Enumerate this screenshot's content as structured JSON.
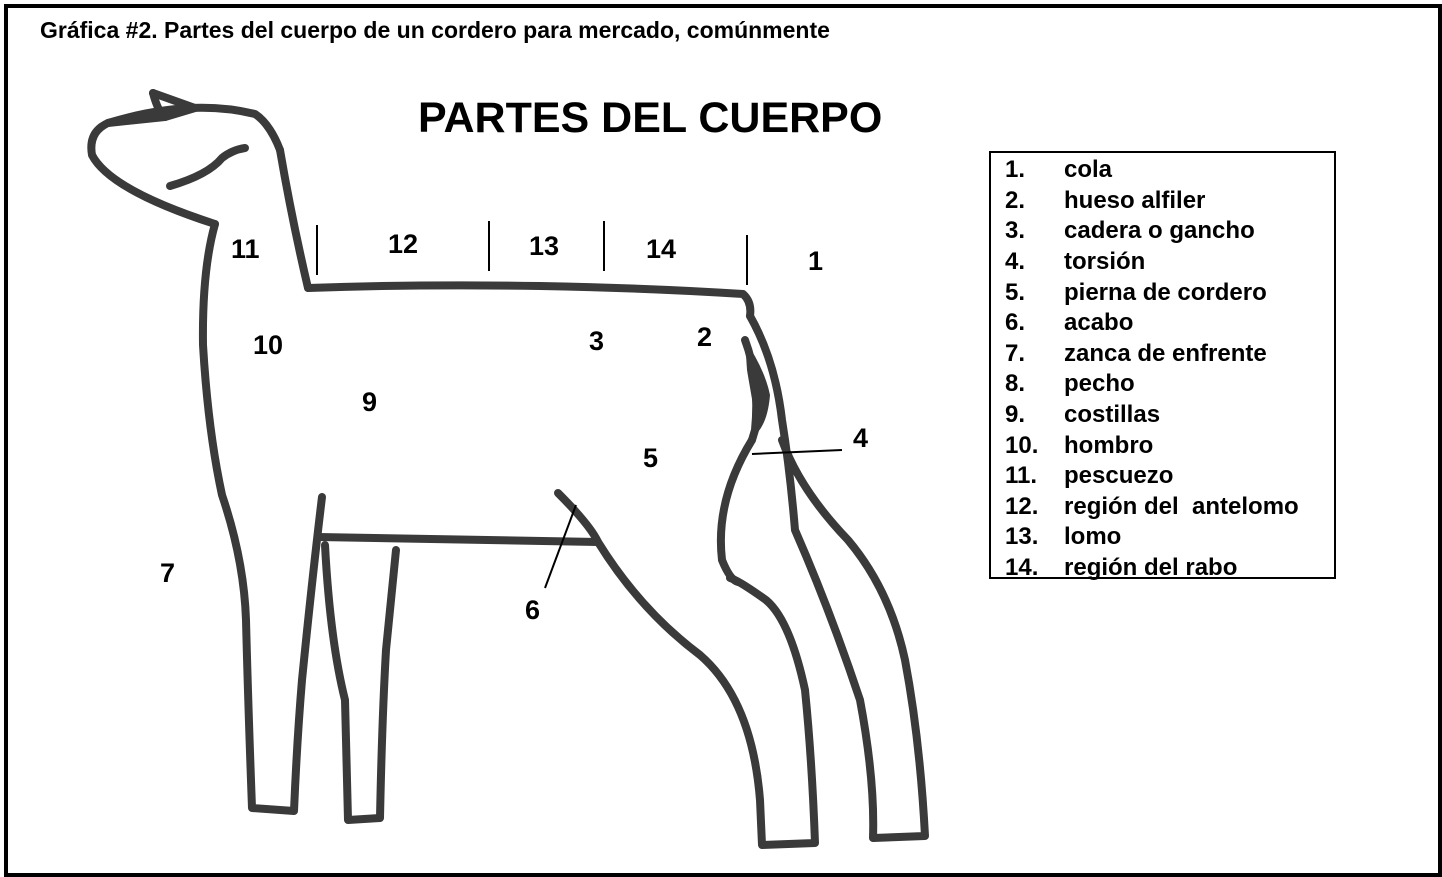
{
  "caption": "Gráfica #2. Partes del cuerpo de un cordero para mercado, comúnmente",
  "title": "PARTES DEL CUERPO",
  "diagram_labels": [
    "1",
    "2",
    "3",
    "4",
    "5",
    "6",
    "7",
    "9",
    "10",
    "11",
    "12",
    "13",
    "14"
  ],
  "legend": [
    {
      "num": "1.",
      "text": "cola"
    },
    {
      "num": "2.",
      "text": "hueso alfiler"
    },
    {
      "num": "3.",
      "text": "cadera o gancho"
    },
    {
      "num": "4.",
      "text": "torsión"
    },
    {
      "num": "5.",
      "text": "pierna de cordero"
    },
    {
      "num": "6.",
      "text": "acabo"
    },
    {
      "num": "7.",
      "text": "zanca de enfrente"
    },
    {
      "num": "8.",
      "text": "pecho"
    },
    {
      "num": "9.",
      "text": "costillas"
    },
    {
      "num": "10.",
      "text": "hombro"
    },
    {
      "num": "11.",
      "text": "pescuezo"
    },
    {
      "num": "12.",
      "text": "región del  antelomo"
    },
    {
      "num": "13.",
      "text": "lomo"
    },
    {
      "num": "14.",
      "text": "región del rabo"
    }
  ],
  "colors": {
    "outline": "#3a3a3a",
    "border": "#000000",
    "text": "#000000"
  }
}
